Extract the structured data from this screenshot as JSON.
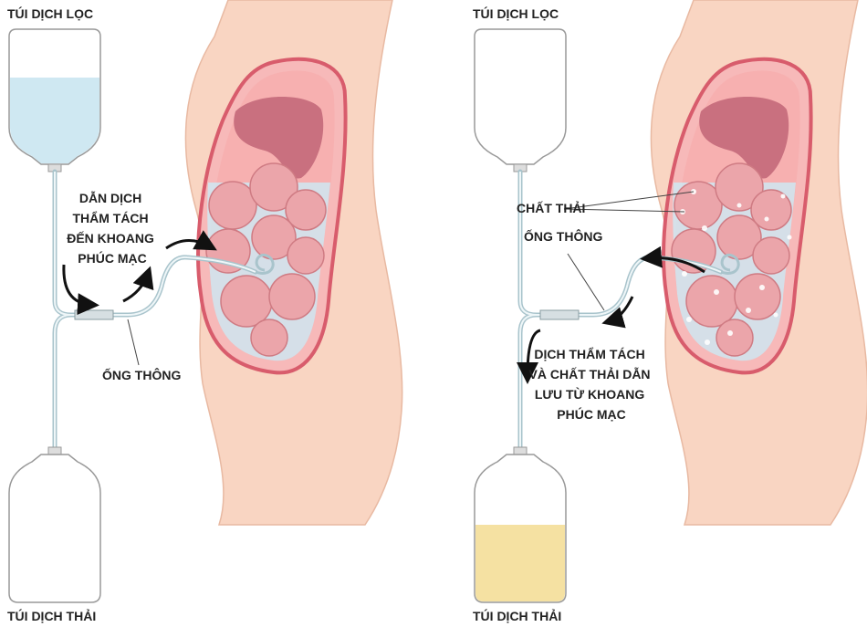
{
  "left_panel": {
    "top_bag_label": "TÚI DỊCH LỌC",
    "bottom_bag_label": "TÚI DỊCH THẢI",
    "flow_label": [
      "DẪN DỊCH",
      "THẨM TÁCH",
      "ĐẾN KHOANG",
      "PHÚC MẠC"
    ],
    "catheter_label": "ỐNG THÔNG"
  },
  "right_panel": {
    "top_bag_label": "TÚI DỊCH LỌC",
    "bottom_bag_label": "TÚI DỊCH THẢI",
    "waste_label": "CHẤT THẢI",
    "catheter_label": "ỐNG THÔNG",
    "drain_label": [
      "DỊCH THẨM TÁCH",
      "VÀ CHẤT THẢI DẪN",
      "LƯU TỪ KHOANG",
      "PHÚC MẠC"
    ]
  },
  "colors": {
    "skin": "#f9d5c2",
    "cavity_outline": "#d85c6c",
    "cavity_fill": "#f7b9b9",
    "dialysate": "#cfe8f2",
    "waste_fluid": "#f5e1a2",
    "organ": "#c9707f",
    "intestine": "#eba5aa"
  }
}
